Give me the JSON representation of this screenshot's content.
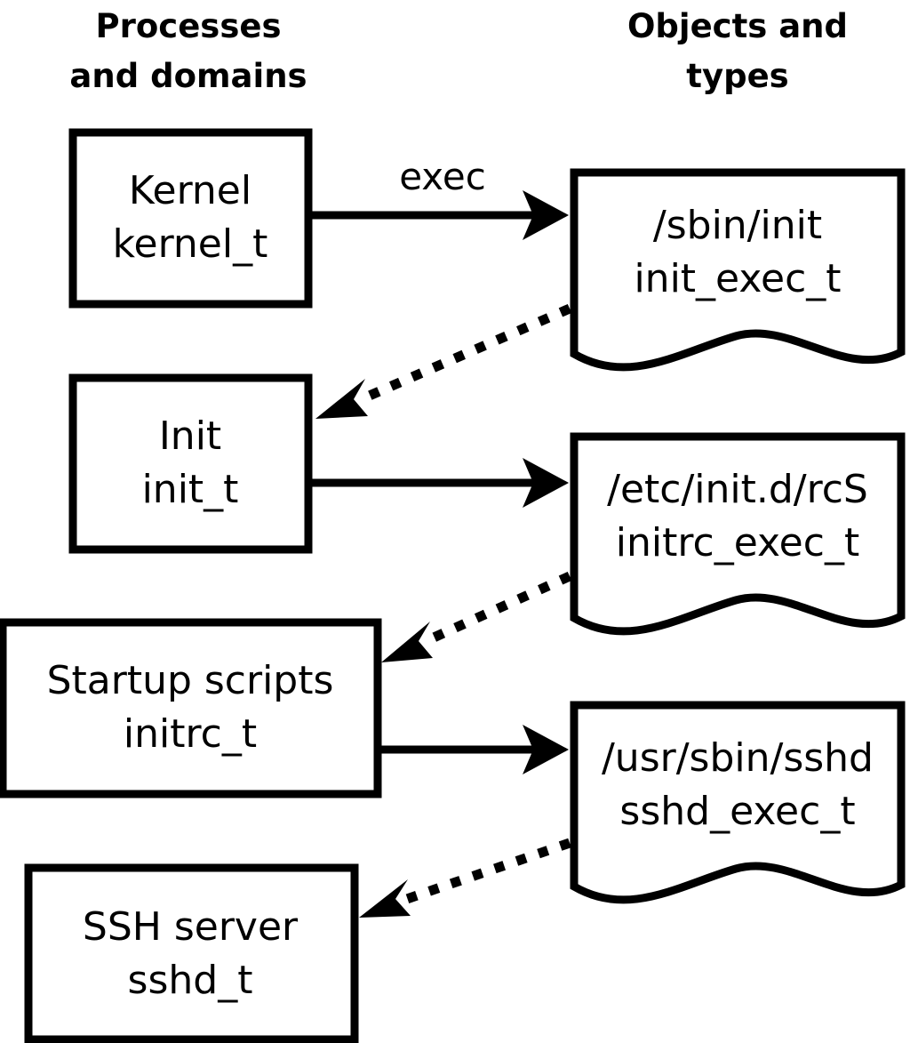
{
  "diagram": {
    "title_columns": [
      {
        "id": "processes",
        "line1": "Processes",
        "line2": "and domains"
      },
      {
        "id": "objects",
        "line1": "Objects and",
        "line2": "types"
      }
    ],
    "process_nodes": [
      {
        "id": "kernel",
        "line1": "Kernel",
        "line2": "kernel_t"
      },
      {
        "id": "init",
        "line1": "Init",
        "line2": "init_t"
      },
      {
        "id": "initrc",
        "line1": "Startup scripts",
        "line2": "initrc_t"
      },
      {
        "id": "sshd",
        "line1": "SSH server",
        "line2": "sshd_t"
      }
    ],
    "object_nodes": [
      {
        "id": "init-exec",
        "line1": "/sbin/init",
        "line2": "init_exec_t"
      },
      {
        "id": "initrc-exec",
        "line1": "/etc/init.d/rcS",
        "line2": "initrc_exec_t"
      },
      {
        "id": "sshd-exec",
        "line1": "/usr/sbin/sshd",
        "line2": "sshd_exec_t"
      }
    ],
    "edges": [
      {
        "id": "kernel-exec-init",
        "label": "exec",
        "style": "solid",
        "from": "kernel",
        "to": "init-exec"
      },
      {
        "id": "initexec-transition-init",
        "label": "",
        "style": "dotted",
        "from": "init-exec",
        "to": "init"
      },
      {
        "id": "init-exec-rcs",
        "label": "",
        "style": "solid",
        "from": "init",
        "to": "initrc-exec"
      },
      {
        "id": "initrcexec-transition-initrc",
        "label": "",
        "style": "dotted",
        "from": "initrc-exec",
        "to": "initrc"
      },
      {
        "id": "initrc-exec-sshd",
        "label": "",
        "style": "solid",
        "from": "initrc",
        "to": "sshd-exec"
      },
      {
        "id": "sshdexec-transition-sshd",
        "label": "",
        "style": "dotted",
        "from": "sshd-exec",
        "to": "sshd"
      }
    ],
    "colors": {
      "background": "#ffffff",
      "stroke": "#000000",
      "text": "#000000"
    }
  }
}
